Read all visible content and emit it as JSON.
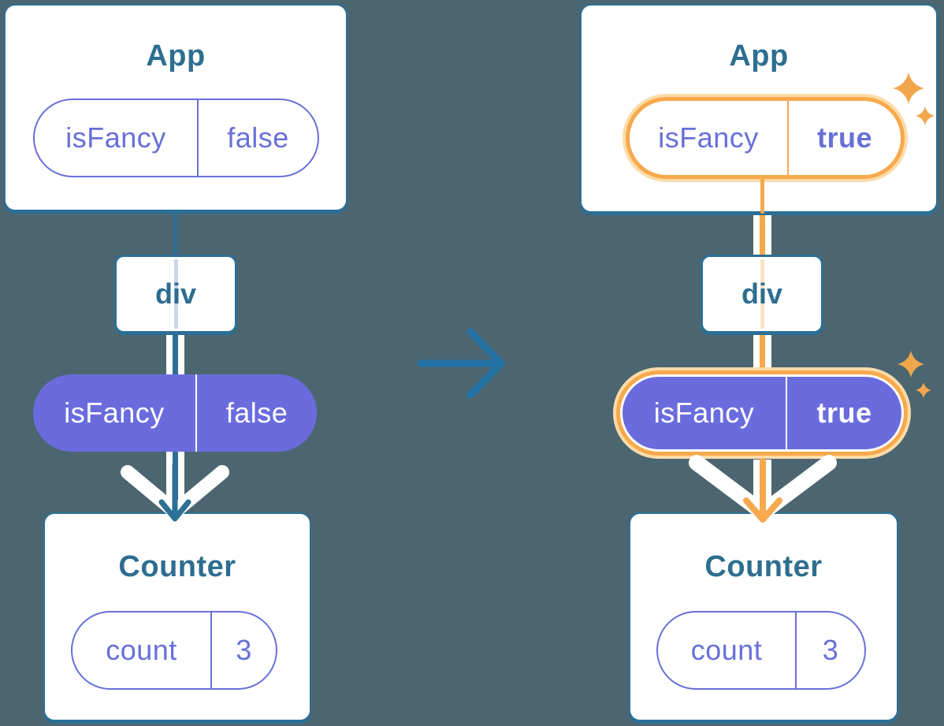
{
  "canvas": {
    "background": "#4C6671"
  },
  "accents": {
    "teal_line": "#2D7096",
    "card_border": "#2C6F95",
    "title_text": "#2D6E90",
    "purple_text": "#6770D9",
    "purple_fill": "#6A6CDE",
    "highlight_orange": "#F7A94C",
    "highlight_peach": "#FBDCA8",
    "transition_arrow_blue": "#2473A6",
    "sparkle_orange": "#F2A64C"
  },
  "icons": {
    "transition": "right-arrow-icon",
    "highlight": "sparkle-icon",
    "prop_flow": "down-chevron-arrow-icon"
  },
  "trees": [
    {
      "app": {
        "title": "App",
        "pill": {
          "label": "isFancy",
          "value": "false"
        }
      },
      "container": {
        "label": "div"
      },
      "prop_pill": {
        "label": "isFancy",
        "value": "false"
      },
      "counter": {
        "title": "Counter",
        "pill": {
          "label": "count",
          "value": "3"
        }
      }
    },
    {
      "app": {
        "title": "App",
        "pill": {
          "label": "isFancy",
          "value": "true"
        }
      },
      "container": {
        "label": "div"
      },
      "prop_pill": {
        "label": "isFancy",
        "value": "true"
      },
      "counter": {
        "title": "Counter",
        "pill": {
          "label": "count",
          "value": "3"
        }
      }
    }
  ]
}
